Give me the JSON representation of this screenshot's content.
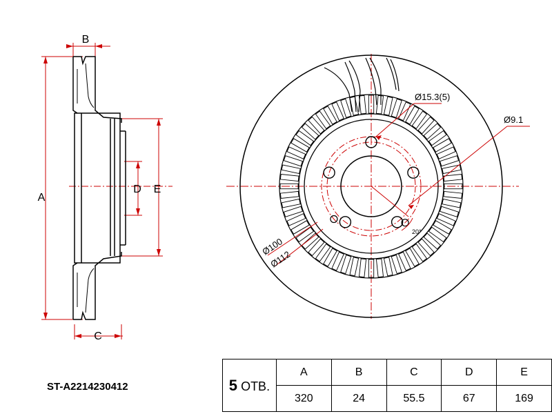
{
  "part_number": "ST-A2214230412",
  "bolt_holes": {
    "count": "5",
    "unit": "ОТВ."
  },
  "table": {
    "headers": [
      "A",
      "B",
      "C",
      "D",
      "E"
    ],
    "values": [
      "320",
      "24",
      "55.5",
      "67",
      "169"
    ]
  },
  "side_view_labels": {
    "a": "A",
    "b": "B",
    "c": "C",
    "d": "D",
    "e": "E"
  },
  "front_view_annotations": {
    "bolt_hole_dia": "Ø15.3(5)",
    "small_hole_dia": "Ø9.1",
    "pcd_100": "Ø100",
    "pcd_112": "Ø112",
    "angle": "20°"
  },
  "colors": {
    "lines": "#000000",
    "dimension": "#cc0000",
    "centerline": "#cc0000"
  }
}
